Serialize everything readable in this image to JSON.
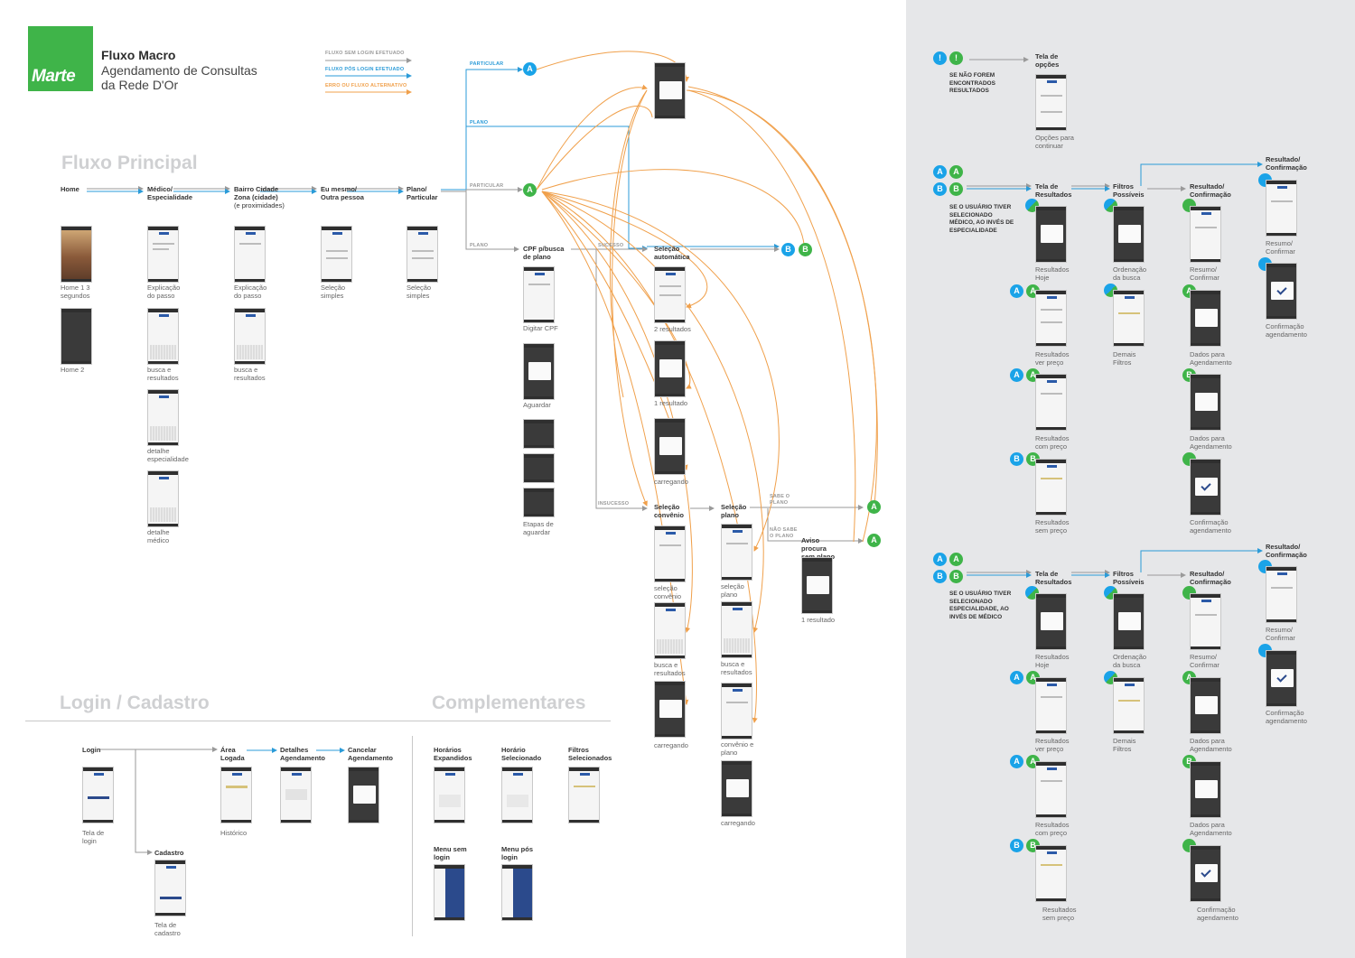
{
  "header": {
    "logo": "Marte",
    "title": "Fluxo Macro",
    "subtitle": "Agendamento de Consultas da Rede D'Or"
  },
  "legend": {
    "items": [
      {
        "label": "FLUXO SEM LOGIN EFETUADO",
        "color": "#9a9a9a"
      },
      {
        "label": "FLUXO PÓS LOGIN EFETUADO",
        "color": "#2b9bd8"
      },
      {
        "label": "ERRO OU FLUXO ALTERNATIVO",
        "color": "#f0a04b"
      }
    ]
  },
  "sections": {
    "principal": "Fluxo Principal",
    "login": "Login / Cadastro",
    "complementares": "Complementares"
  },
  "main_flow": {
    "steps": [
      {
        "label": "Home"
      },
      {
        "label": "Médico/ Especialidade"
      },
      {
        "label": "Bairro Cidade Zona (cidade)",
        "note": "(e proximidades)"
      },
      {
        "label": "Eu mesmo/ Outra pessoa"
      },
      {
        "label": "Plano/ Particular"
      }
    ],
    "captions": {
      "home1": "Home 1 3 segundos",
      "home2": "Home 2",
      "med_expl": "Explicação do passo",
      "med_busca": "busca e resultados",
      "med_det_esp": "detalhe especialidade",
      "med_det_med": "detalhe médico",
      "bairro_expl": "Explicação do passo",
      "bairro_busca": "busca e resultados",
      "eu_sel": "Seleção simples",
      "plano_sel": "Seleção simples"
    },
    "branch_tags": {
      "particular_top": "PARTICULAR",
      "plano_top": "PLANO",
      "particular_mid": "PARTICULAR",
      "plano_mid": "PLANO",
      "sucesso": "SUCESSO",
      "insucesso": "INSUCESSO",
      "sabe_plano": "SABE O PLANO",
      "nao_sabe_plano": "NÃO SABE O PLANO"
    },
    "cpf": {
      "label": "CPF p/busca de plano",
      "captions": {
        "digitar": "Digitar CPF",
        "aguardar": "Aguardar",
        "etapas": "Etapas de aguardar"
      }
    },
    "selecao_auto": {
      "label": "Seleção automática",
      "captions": {
        "dois": "2 resultados",
        "um": "1 resultado",
        "carregando": "carregando"
      }
    },
    "selecao_convenio": {
      "label": "Seleção convênio",
      "captions": {
        "sel": "seleção convênio",
        "busca": "busca e resultados",
        "carregando": "carregando"
      }
    },
    "selecao_plano": {
      "label": "Seleção plano",
      "captions": {
        "sel": "seleção plano",
        "busca": "busca e resultados",
        "conv": "convênio e plano",
        "carregando": "carregando"
      }
    },
    "aviso": {
      "label": "Aviso procura sem plano",
      "caption": "1 resultado"
    }
  },
  "badges": {
    "A": "A",
    "B": "B",
    "alert": "!"
  },
  "login_flow": {
    "steps": [
      {
        "label": "Login"
      },
      {
        "label": "Área Logada"
      },
      {
        "label": "Detalhes Agendamento"
      },
      {
        "label": "Cancelar Agendamento"
      },
      {
        "label": "Cadastro"
      }
    ],
    "captions": {
      "tela_login": "Tela de login",
      "historico": "Histórico",
      "tela_cadastro": "Tela de cadastro"
    }
  },
  "complementares": {
    "items": [
      {
        "label": "Horários Expandidos"
      },
      {
        "label": "Horário Selecionado"
      },
      {
        "label": "Filtros Selecionados"
      },
      {
        "label": "Menu sem login"
      },
      {
        "label": "Menu pós login"
      }
    ]
  },
  "right_panel": {
    "opcoes": {
      "note": "SE NÃO FOREM ENCONTRADOS RESULTADOS",
      "label": "Tela de opções",
      "caption": "Opções para continuar"
    },
    "groups": [
      {
        "note": "SE O USUÁRIO TIVER SELECIONADO MÉDICO, AO INVÉS DE ESPECIALIDADE",
        "col_labels": [
          "Tela de Resultados",
          "Filtros Possíveis",
          "Resultado/ Confirmação",
          "Resultado/ Confirmação"
        ],
        "captions": {
          "hoje": "Resultados Hoje",
          "ver_preco": "Resultados ver preço",
          "com_preco": "Resultados com preço",
          "sem_preco": "Resultados sem preço",
          "ordenacao": "Ordenação da busca",
          "demais": "Demais Filtros",
          "resumo": "Resumo/ Confirmar",
          "dados_a": "Dados para Agendamento",
          "dados_b": "Dados para Agendamento",
          "confirmacao": "Confirmação agendamento",
          "resumo2": "Resumo/ Confirmar",
          "confirmacao2": "Confirmação agendamento"
        }
      },
      {
        "note": "SE O USUÁRIO TIVER SELECIONADO ESPECIALIDADE, AO INVÉS DE MÉDICO",
        "col_labels": [
          "Tela de Resultados",
          "Filtros Possíveis",
          "Resultado/ Confirmação",
          "Resultado/ Confirmação"
        ],
        "captions": {
          "hoje": "Resultados Hoje",
          "ver_preco": "Resultados ver preço",
          "com_preco": "Resultados com preço",
          "sem_preco": "Resultados sem preço",
          "ordenacao": "Ordenação da busca",
          "demais": "Demais Filtros",
          "resumo": "Resumo/ Confirmar",
          "dados_a": "Dados para Agendamento",
          "dados_b": "Dados para Agendamento",
          "confirmacao": "Confirmação agendamento",
          "resumo2": "Resumo/ Confirmar",
          "confirmacao2": "Confirmação agendamento"
        }
      }
    ]
  },
  "colors": {
    "green": "#3fb449",
    "blue": "#1aa3e8",
    "orange": "#f0a04b",
    "gray": "#9a9a9a",
    "panel": "#e6e7e9"
  }
}
